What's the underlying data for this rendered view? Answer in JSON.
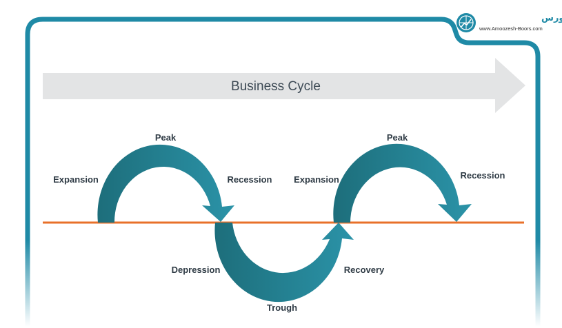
{
  "logo": {
    "text_fa": "آموزش ساده بورس",
    "url": "www.Amoozesh-Boors.com"
  },
  "title": "Business Cycle",
  "labels": {
    "peak_1": "Peak",
    "expansion_1": "Expansion",
    "recession_1": "Recession",
    "expansion_2": "Expansion",
    "peak_2": "Peak",
    "recession_2": "Recession",
    "depression": "Depression",
    "trough": "Trough",
    "recovery": "Recovery"
  },
  "colors": {
    "frame": "#1f8aa6",
    "banner": "#e3e4e5",
    "baseline": "#e8702a",
    "arrow_dark": "#1d6e7b",
    "arrow_light": "#2b93a8",
    "text": "#2f3b45"
  },
  "icons": [
    "globe-chart-icon"
  ]
}
